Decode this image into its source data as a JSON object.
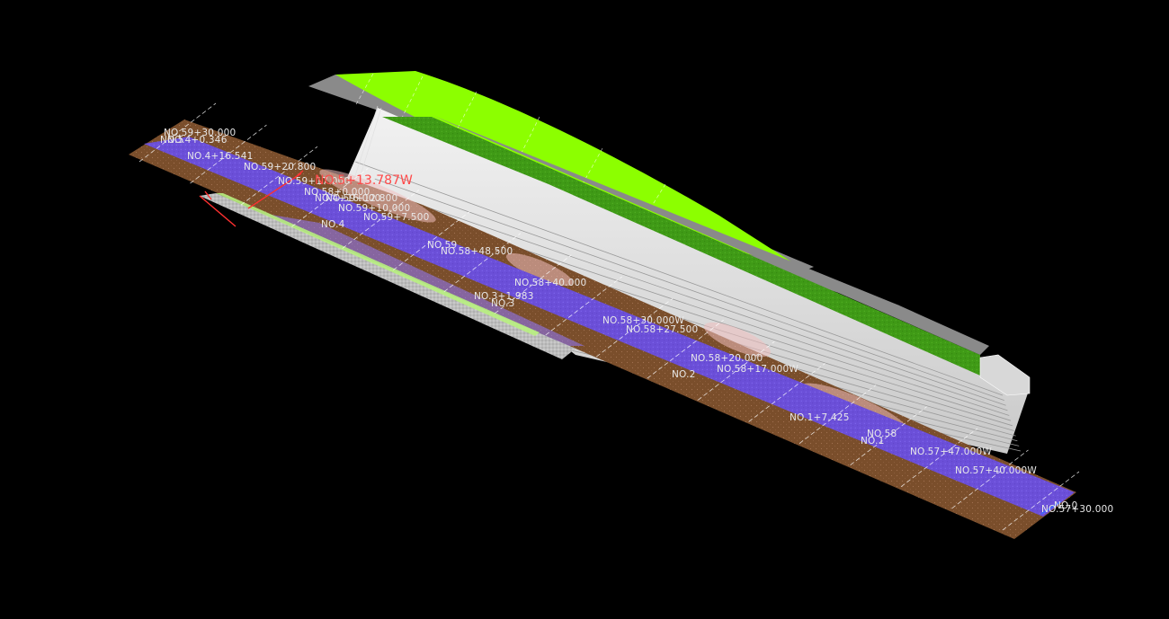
{
  "colors": {
    "background": "#000000",
    "terrain_brown": "#7a4e2b",
    "channel_purple": "#6b4fd8",
    "channel_highlight": "#8f78ff",
    "steps_white": "#e6e6e6",
    "embankment_green": "#3f9a16",
    "top_green": "#8cff00",
    "roof_gray": "#8a8a8a",
    "label_white": "#e8e8e8",
    "label_red": "#ff4a4a",
    "pink_zone": "#f0c0c0"
  },
  "station_labels": [
    {
      "text": "NO.59+30.000"
    },
    {
      "text": "NO.5"
    },
    {
      "text": "NO.4+0.346"
    },
    {
      "text": "NO.4+16.541"
    },
    {
      "text": "NO.59+20.800"
    },
    {
      "text": "NO.59+17.000"
    },
    {
      "text": "NO.5+13.787W"
    },
    {
      "text": "NO.58+0.000"
    },
    {
      "text": "NO.4+16.000"
    },
    {
      "text": "NO.59+12.800"
    },
    {
      "text": "NO.59+10.000"
    },
    {
      "text": "NO.59+7.500"
    },
    {
      "text": "NO.4"
    },
    {
      "text": "NO.59"
    },
    {
      "text": "NO.58+48.500"
    },
    {
      "text": "NO.58+40.000"
    },
    {
      "text": "NO.3+1.983"
    },
    {
      "text": "NO.3"
    },
    {
      "text": "NO.58+30.000W"
    },
    {
      "text": "NO.58+27.500"
    },
    {
      "text": "NO.58+20.000"
    },
    {
      "text": "NO.58+17.000W"
    },
    {
      "text": "NO.2"
    },
    {
      "text": "NO.1+7.425"
    },
    {
      "text": "NO.58"
    },
    {
      "text": "NO.1"
    },
    {
      "text": "NO.57+47.000W"
    },
    {
      "text": "NO.57+40.000W"
    },
    {
      "text": "NO.0"
    },
    {
      "text": "NO.57+30.000"
    }
  ]
}
